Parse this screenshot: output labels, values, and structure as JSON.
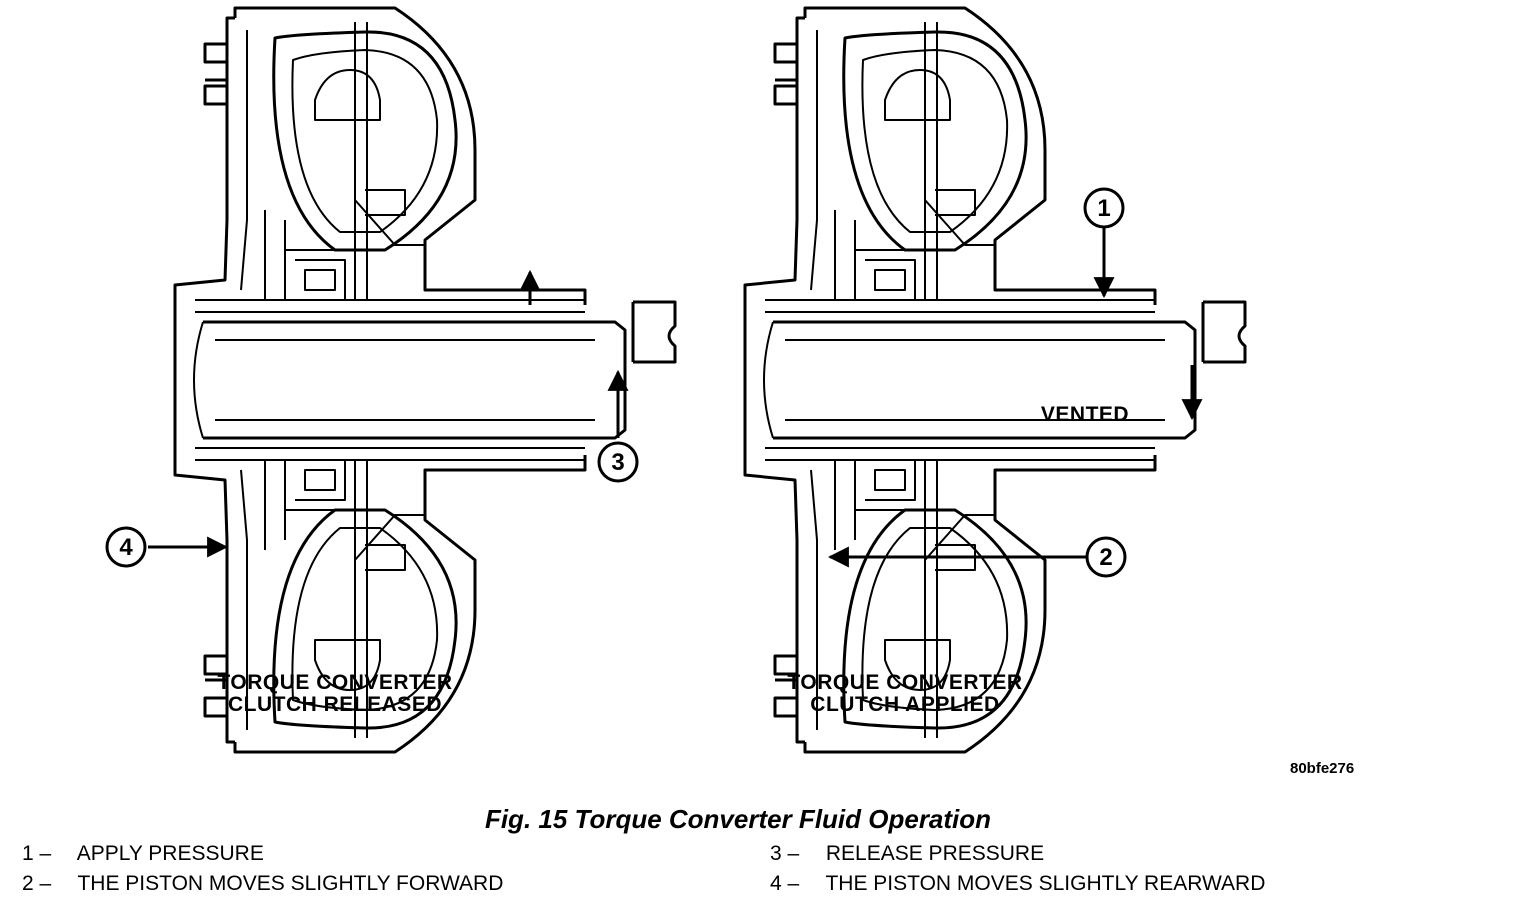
{
  "labels": {
    "released_line1": "TORQUE CONVERTER",
    "released_line2": "CLUTCH RELEASED",
    "applied_line1": "TORQUE CONVERTER",
    "applied_line2": "CLUTCH APPLIED",
    "vented": "VENTED"
  },
  "callouts": {
    "c1": "1",
    "c2": "2",
    "c3": "3",
    "c4": "4"
  },
  "figure_id": "80bfe276",
  "title": "Fig. 15 Torque Converter Fluid Operation",
  "legend": [
    {
      "num": "1",
      "sep": "–",
      "text": "APPLY PRESSURE"
    },
    {
      "num": "2",
      "sep": "–",
      "text": "THE PISTON MOVES SLIGHTLY FORWARD"
    },
    {
      "num": "3",
      "sep": "–",
      "text": "RELEASE PRESSURE"
    },
    {
      "num": "4",
      "sep": "–",
      "text": "THE PISTON MOVES SLIGHTLY REARWARD"
    }
  ]
}
